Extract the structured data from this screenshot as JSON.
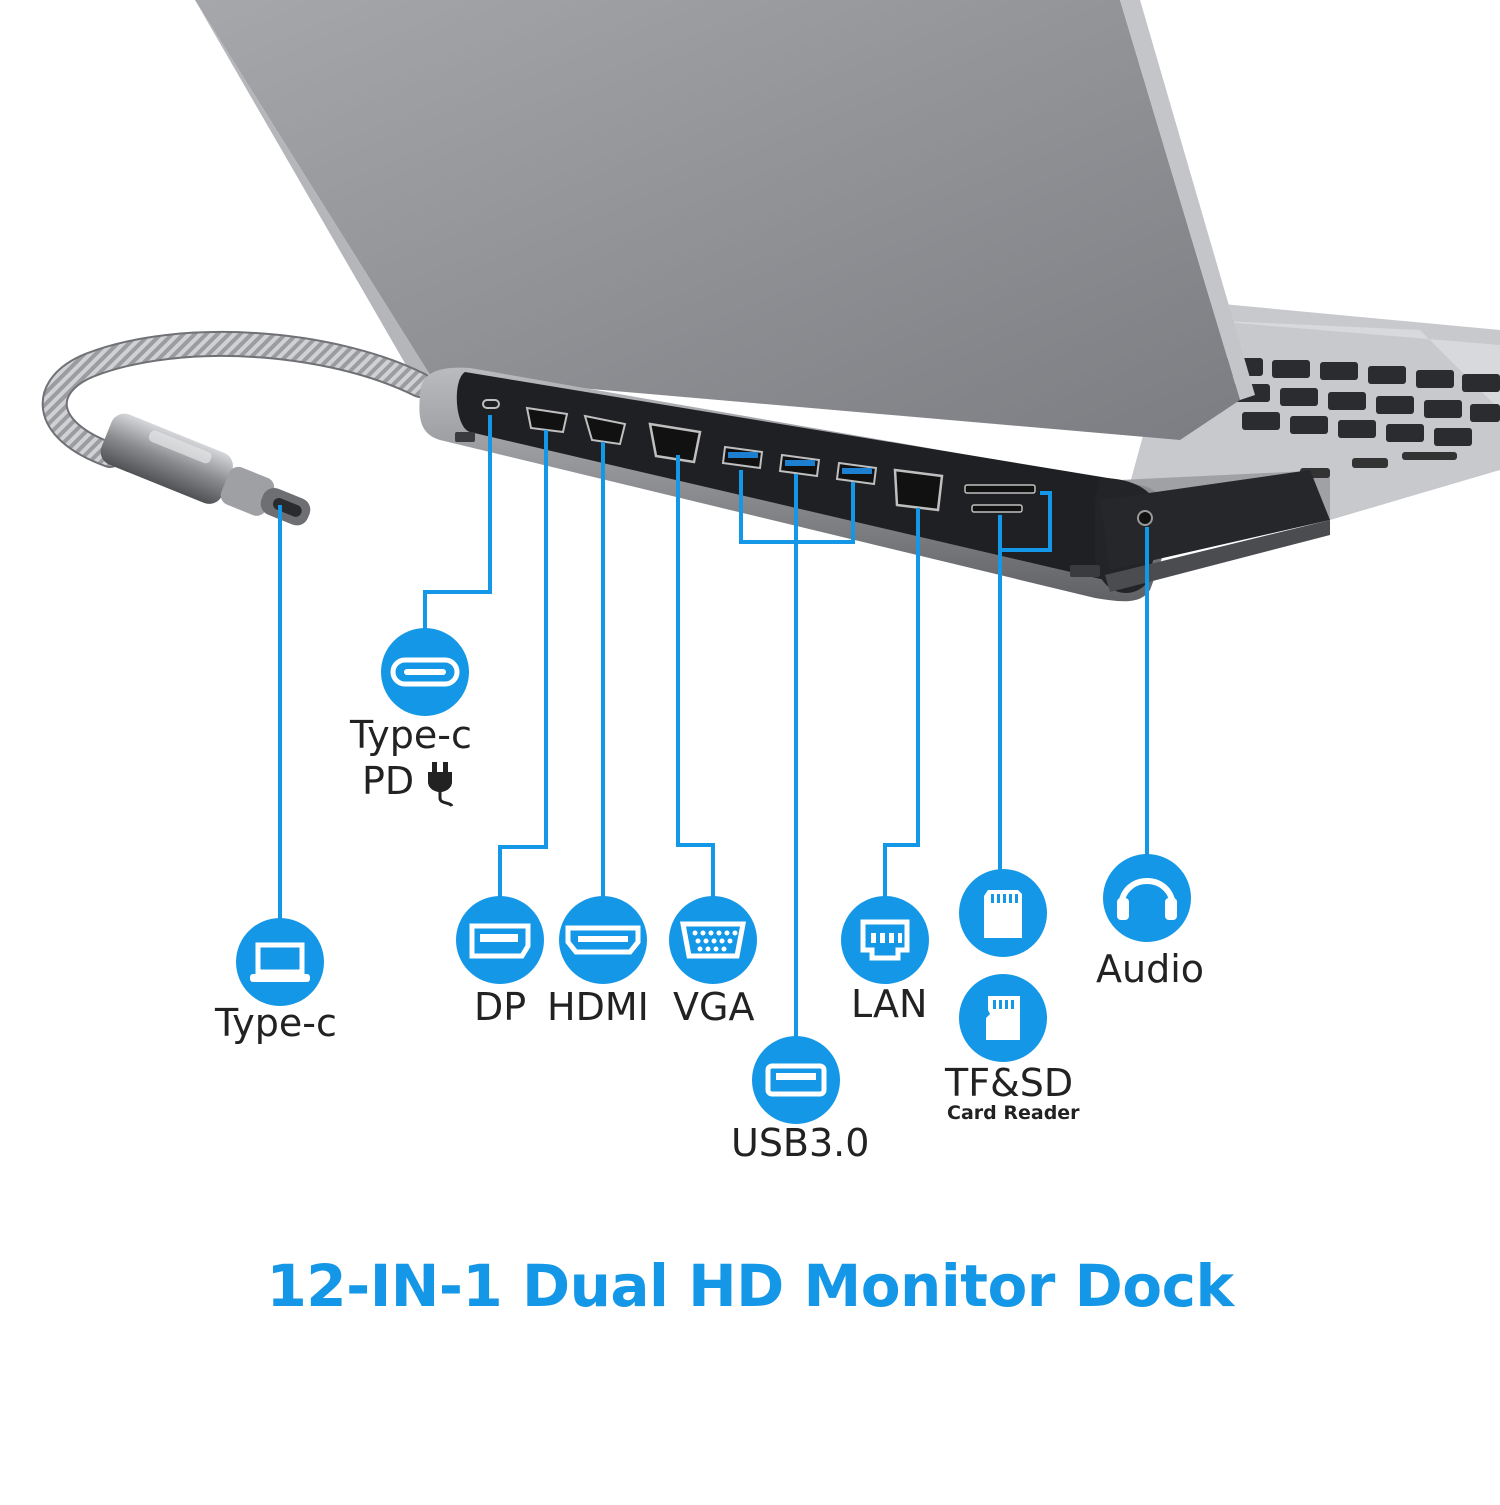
{
  "headline": "12-IN-1 Dual HD Monitor Dock",
  "accent_color": "#1497e6",
  "ports": [
    {
      "id": "typec-host",
      "label": "Type-c",
      "icon": "laptop-icon"
    },
    {
      "id": "typec-pd",
      "label": "Type-c",
      "label2": "PD",
      "icon": "usb-c-port-icon",
      "extra_icon": "power-plug-icon"
    },
    {
      "id": "dp",
      "label": "DP",
      "icon": "displayport-icon"
    },
    {
      "id": "hdmi",
      "label": "HDMI",
      "icon": "hdmi-icon"
    },
    {
      "id": "vga",
      "label": "VGA",
      "icon": "vga-icon"
    },
    {
      "id": "usb3",
      "label": "USB3.0",
      "icon": "usb-a-icon"
    },
    {
      "id": "lan",
      "label": "LAN",
      "icon": "ethernet-icon"
    },
    {
      "id": "cardreader",
      "label": "TF&SD",
      "label2": "Card Reader",
      "icon": "sd-card-icon",
      "extra_icon": "tf-card-icon"
    },
    {
      "id": "audio",
      "label": "Audio",
      "icon": "headphones-icon"
    }
  ]
}
